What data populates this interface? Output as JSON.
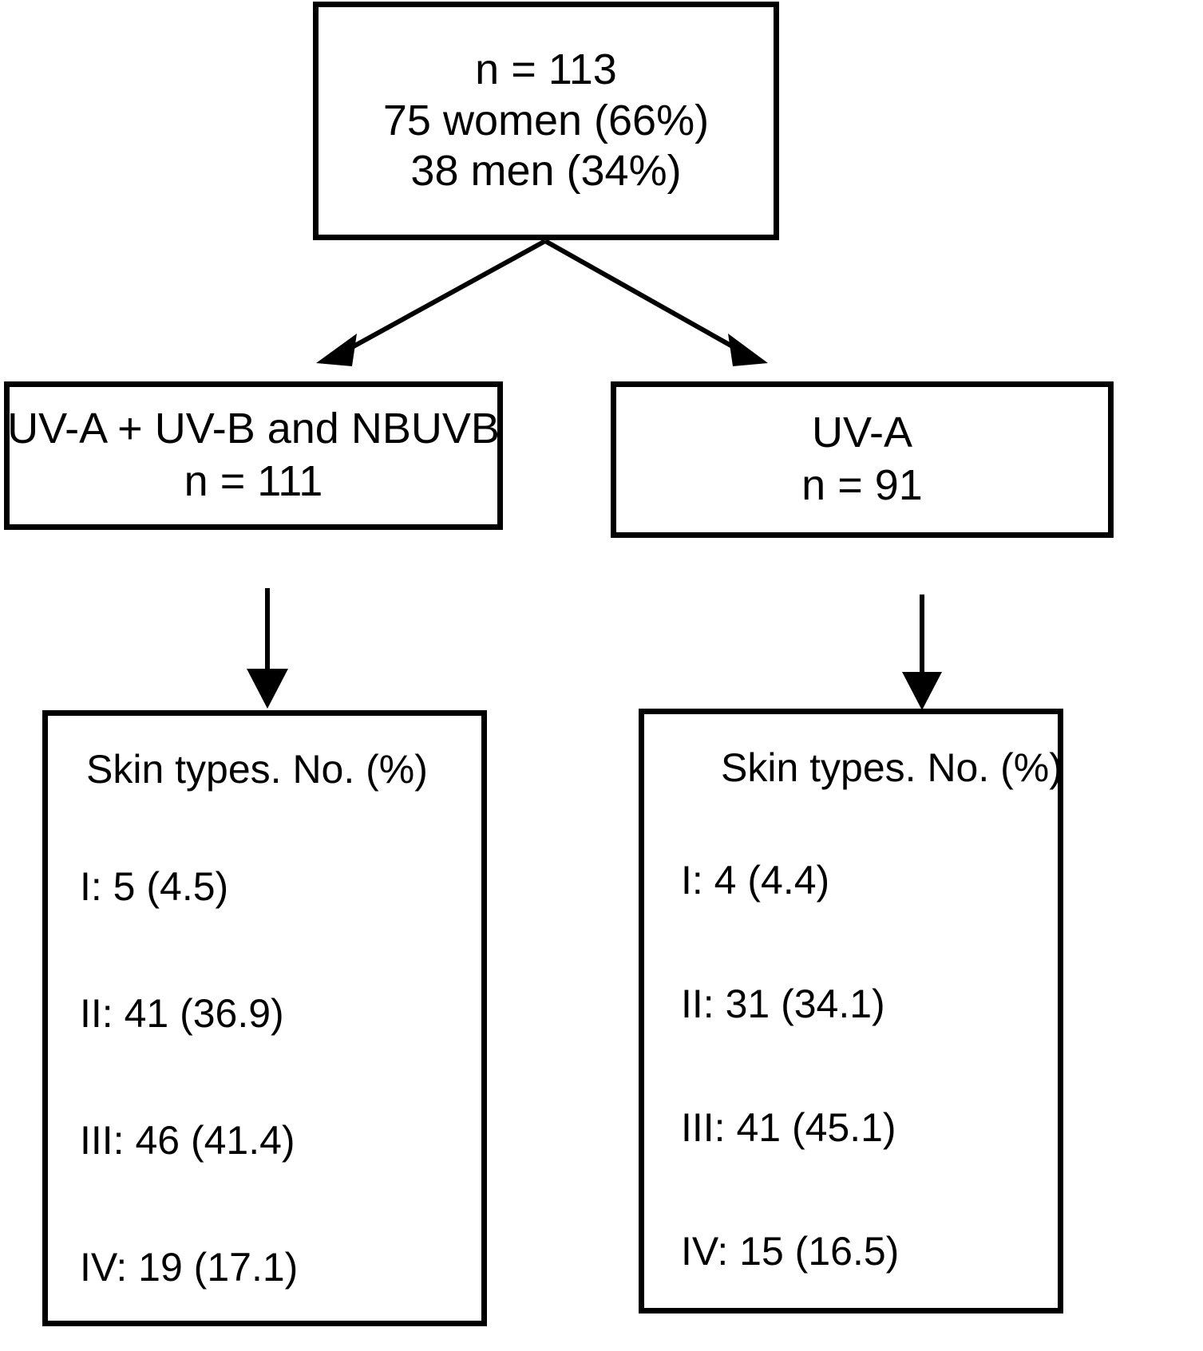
{
  "diagram": {
    "type": "flowchart",
    "orientation": "top-down",
    "background_color": "#ffffff",
    "line_color": "#000000",
    "nodes": {
      "cohort": {
        "lines": [
          "n = 113",
          "75 women (66%)",
          "38 men (34%)"
        ]
      },
      "arm_left": {
        "lines": [
          "UV-A + UV-B and NBUVB",
          "n = 111"
        ]
      },
      "arm_right": {
        "lines": [
          "UV-A",
          "n = 91"
        ]
      },
      "skin_left": {
        "heading": "Skin types. No. (%)",
        "rows": [
          "I: 5 (4.5)",
          "II: 41 (36.9)",
          "III: 46 (41.4)",
          "IV: 19 (17.1)"
        ]
      },
      "skin_right": {
        "heading": "Skin types. No. (%)",
        "rows": [
          "I: 4 (4.4)",
          "II: 31 (34.1)",
          "III: 41 (45.1)",
          "IV: 15 (16.5)"
        ]
      }
    },
    "edges": [
      {
        "from": "cohort",
        "to": "arm_left",
        "style": "diagonal-arrow"
      },
      {
        "from": "cohort",
        "to": "arm_right",
        "style": "diagonal-arrow"
      },
      {
        "from": "arm_left",
        "to": "skin_left",
        "style": "vertical-arrow"
      },
      {
        "from": "arm_right",
        "to": "skin_right",
        "style": "vertical-arrow"
      }
    ]
  }
}
